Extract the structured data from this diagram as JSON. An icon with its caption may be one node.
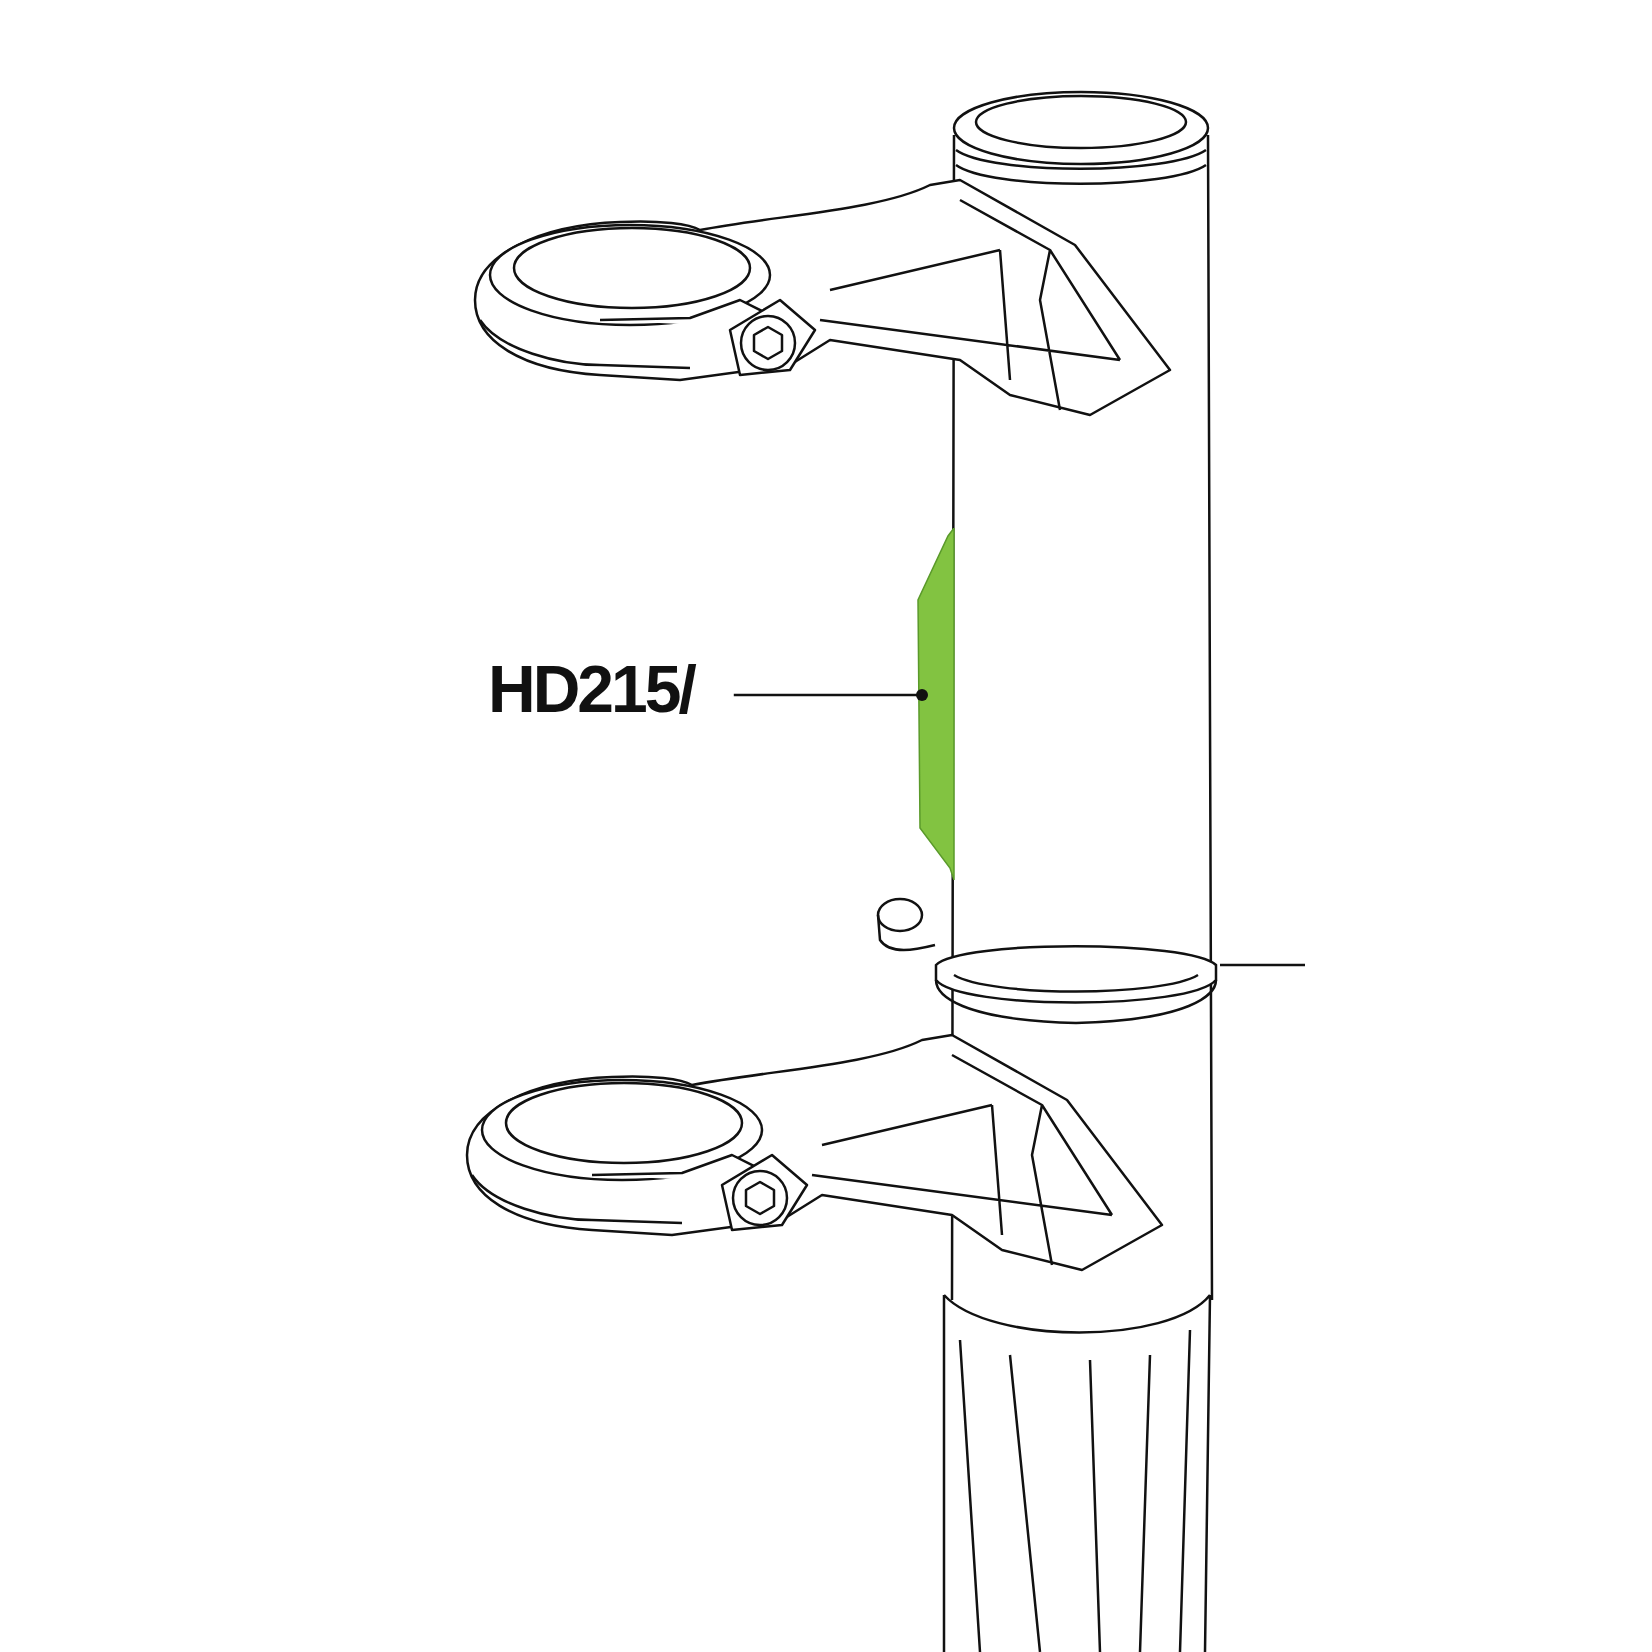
{
  "diagram": {
    "nodes": [
      {
        "text": [
          "HD215/"
        ]
      },
      {
        "text": [],
        "shape": "picture"
      },
      {
        "text": [],
        "shape": "ring"
      }
    ],
    "edges": [
      {
        "from": 0,
        "to": 1,
        "arrow": "other"
      },
      {
        "from": null,
        "to": 2,
        "arrow": "none"
      }
    ]
  }
}
